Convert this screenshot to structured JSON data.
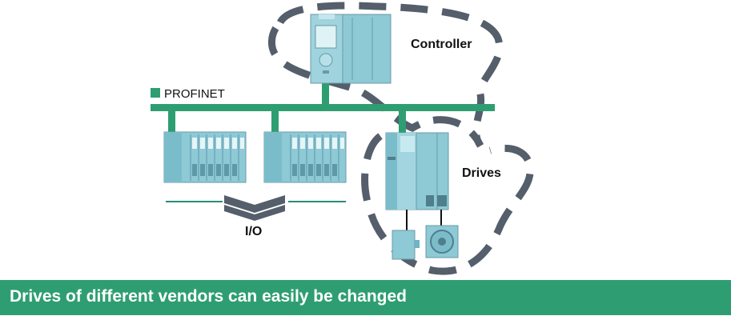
{
  "network": {
    "label": "PROFINET",
    "color": "#2e9e72"
  },
  "groups": {
    "controller": "Controller",
    "drives": "Drives",
    "io": "I/O"
  },
  "banner": {
    "text": "Drives of different vendors can easily be changed",
    "color": "#2e9e72"
  },
  "colors": {
    "module": "#8ec9d6",
    "module_dark": "#6fb3c4",
    "outline": "#555e6b",
    "bus": "#2e9e72"
  },
  "icons": [
    "plc-controller-icon",
    "io-module-icon",
    "drive-unit-icon",
    "servo-motor-icon"
  ]
}
